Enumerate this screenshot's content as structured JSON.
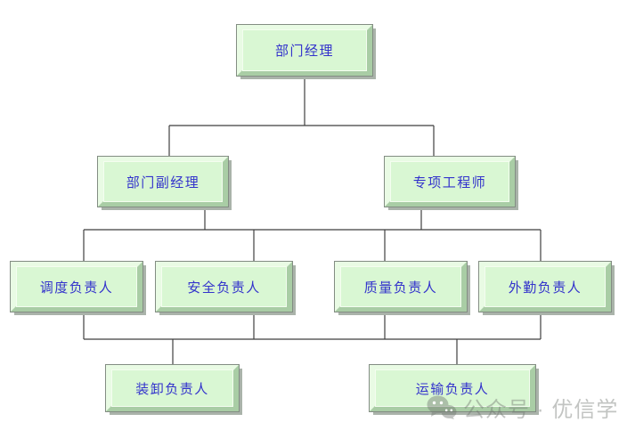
{
  "org_chart": {
    "type": "org-chart",
    "nodes": [
      {
        "id": "department-manager",
        "label": "部门经理",
        "level": 1
      },
      {
        "id": "deputy-department-manager",
        "label": "部门副经理",
        "level": 2
      },
      {
        "id": "special-project-engineer",
        "label": "专项工程师",
        "level": 2
      },
      {
        "id": "dispatch-lead",
        "label": "调度负责人",
        "level": 3
      },
      {
        "id": "safety-lead",
        "label": "安全负责人",
        "level": 3
      },
      {
        "id": "quality-lead",
        "label": "质量负责人",
        "level": 3
      },
      {
        "id": "field-ops-lead",
        "label": "外勤负责人",
        "level": 3
      },
      {
        "id": "loading-unloading-lead",
        "label": "装卸负责人",
        "level": 4
      },
      {
        "id": "transport-lead",
        "label": "运输负责人",
        "level": 4
      }
    ],
    "edges": [
      {
        "from": [
          "department-manager"
        ],
        "to": [
          "deputy-department-manager",
          "special-project-engineer"
        ]
      },
      {
        "from": [
          "deputy-department-manager",
          "special-project-engineer"
        ],
        "to": [
          "dispatch-lead",
          "safety-lead",
          "quality-lead",
          "field-ops-lead"
        ]
      },
      {
        "from": [
          "dispatch-lead",
          "safety-lead",
          "quality-lead",
          "field-ops-lead"
        ],
        "to": [
          "loading-unloading-lead",
          "transport-lead"
        ]
      }
    ]
  },
  "watermark": {
    "icon": "wechat-icon",
    "text": "公众号 · 优信学社"
  },
  "colors": {
    "box_face": "#d9f7d3",
    "box_bevel_light": "#e9fbe4",
    "box_bevel_dark": "#a9cda5",
    "box_outline": "#838d83",
    "box_shadow": "#aab3aa",
    "label_text": "#3333cc",
    "connector_line": "#3f3f3f",
    "watermark_gray": "#a6aaa6",
    "background": "#ffffff"
  }
}
